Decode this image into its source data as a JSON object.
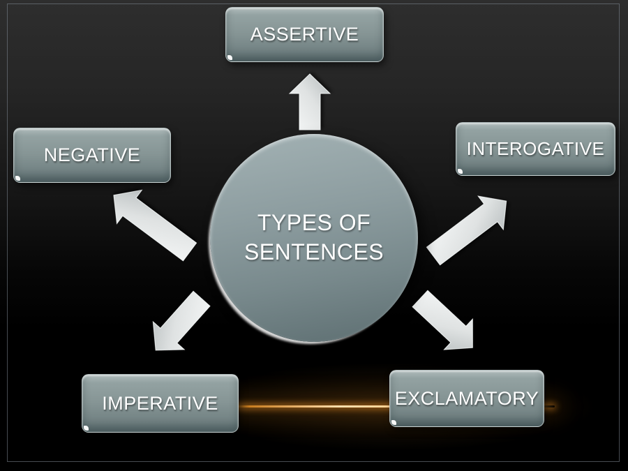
{
  "diagram": {
    "center": {
      "label": "TYPES OF SENTENCES"
    },
    "nodes": [
      {
        "id": "assertive",
        "label": "ASSERTIVE",
        "position": "top"
      },
      {
        "id": "negative",
        "label": "NEGATIVE",
        "position": "left"
      },
      {
        "id": "interogative",
        "label": "INTEROGATIVE",
        "position": "right"
      },
      {
        "id": "imperative",
        "label": "IMPERATIVE",
        "position": "bottom-left"
      },
      {
        "id": "exclamatory",
        "label": "EXCLAMATORY",
        "position": "bottom-right"
      }
    ],
    "colors": {
      "node_fill": "#869595",
      "node_fill_light": "#b0bcbc",
      "node_fill_dark": "#647476",
      "arrow_fill": "#d9dcdc",
      "text": "#ffffff",
      "background_top": "#2e2e2e",
      "background_bottom": "#000000",
      "glow_line": "#e0a14d",
      "frame_border": "#828a96"
    }
  }
}
